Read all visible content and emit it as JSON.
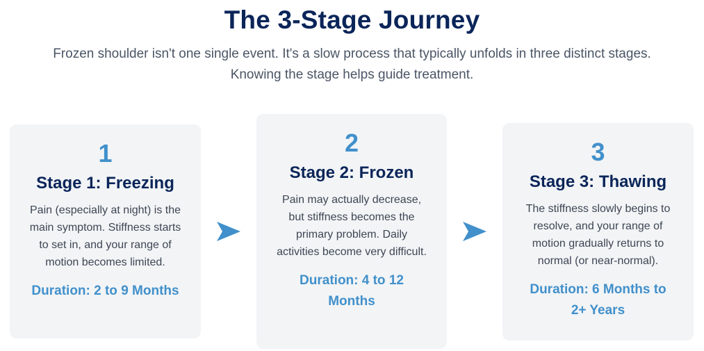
{
  "header": {
    "title": "The 3-Stage Journey",
    "subtitle": "Frozen shoulder isn't one single event. It's a slow process that typically unfolds in three distinct stages. Knowing the stage helps guide treatment."
  },
  "stages": [
    {
      "number": "1",
      "title": "Stage 1: Freezing",
      "description": "Pain (especially at night) is the main symptom. Stiffness starts to set in, and your range of motion becomes limited.",
      "duration": "Duration: 2 to 9 Months"
    },
    {
      "number": "2",
      "title": "Stage 2: Frozen",
      "description": "Pain may actually decrease, but stiffness becomes the primary problem. Daily activities become very difficult.",
      "duration": "Duration: 4 to 12 Months"
    },
    {
      "number": "3",
      "title": "Stage 3: Thawing",
      "description": "The stiffness slowly begins to resolve, and your range of motion gradually returns to normal (or near-normal).",
      "duration": "Duration: 6 Months to 2+ Years"
    }
  ],
  "icons": {
    "connector": "arrow-right-icon"
  },
  "colors": {
    "title": "#0b2559",
    "accent": "#4190cb",
    "card_bg": "#f2f4f6",
    "body_text": "#3e4654"
  }
}
